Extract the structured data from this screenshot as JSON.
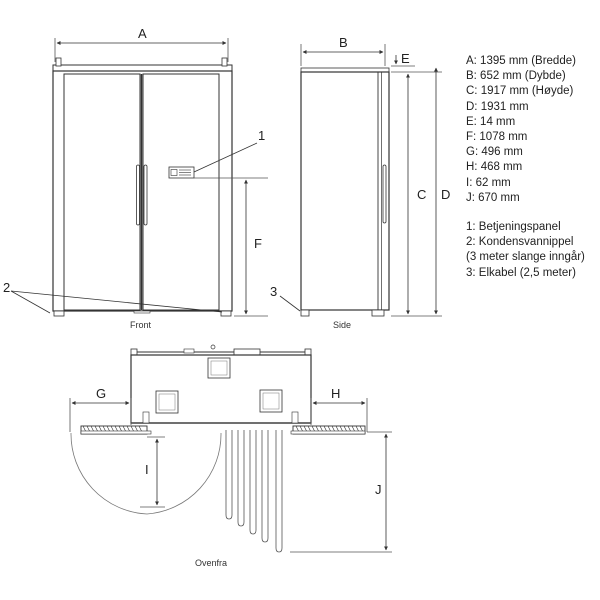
{
  "dimension_letters": {
    "A": "A",
    "B": "B",
    "C": "C",
    "D": "D",
    "E": "E",
    "F": "F",
    "G": "G",
    "H": "H",
    "I": "I",
    "J": "J"
  },
  "callouts": {
    "one": "1",
    "two": "2",
    "three": "3"
  },
  "view_labels": {
    "front": "Front",
    "side": "Side",
    "top": "Ovenfra"
  },
  "dimensions_legend": [
    "A: 1395 mm (Bredde)",
    "B: 652 mm (Dybde)",
    "C: 1917 mm (Høyde)",
    "D: 1931 mm",
    "E: 14 mm",
    "F: 1078 mm",
    "G: 496 mm",
    "H: 468 mm",
    "I: 62 mm",
    "J: 670 mm"
  ],
  "parts_legend": [
    "1: Betjeningspanel",
    "2: Kondensvannippel",
    "(3 meter slange inngår)",
    "3: Elkabel (2,5 meter)"
  ]
}
